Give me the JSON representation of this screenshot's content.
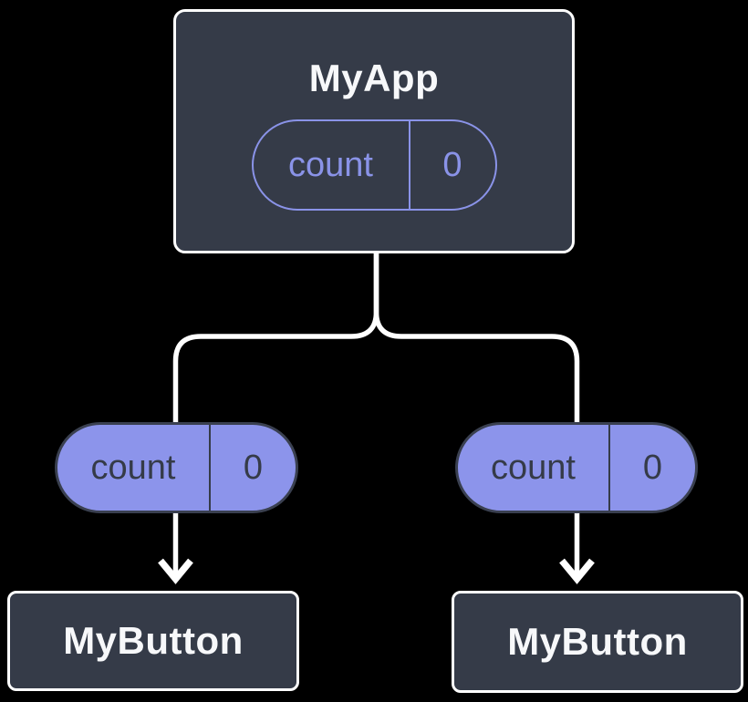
{
  "diagram": {
    "description": "React component tree showing state lifted to parent and passed down as props",
    "colors": {
      "background": "#000000",
      "node_fill": "#353B48",
      "node_border": "#FFFFFF",
      "node_text": "#F7F8FA",
      "pill_fill": "#8C94EB",
      "pill_outline": "#8A93E8",
      "pill_dark_text": "#353B48",
      "pill_dark_border": "#3A4050",
      "connector": "#FFFFFF"
    },
    "root": {
      "title": "MyApp",
      "state": {
        "name": "count",
        "value": "0"
      }
    },
    "children": [
      {
        "title": "MyButton",
        "prop": {
          "name": "count",
          "value": "0"
        }
      },
      {
        "title": "MyButton",
        "prop": {
          "name": "count",
          "value": "0"
        }
      }
    ]
  }
}
